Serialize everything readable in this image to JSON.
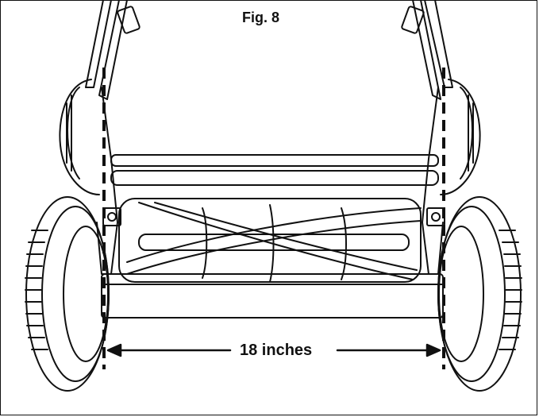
{
  "figure": {
    "title": "Fig. 8",
    "measurement_label": "18 inches"
  },
  "colors": {
    "line": "#111111",
    "background": "#ffffff"
  },
  "icons": [
    "reel-mower-illustration",
    "left-arrow-icon",
    "right-arrow-icon"
  ]
}
